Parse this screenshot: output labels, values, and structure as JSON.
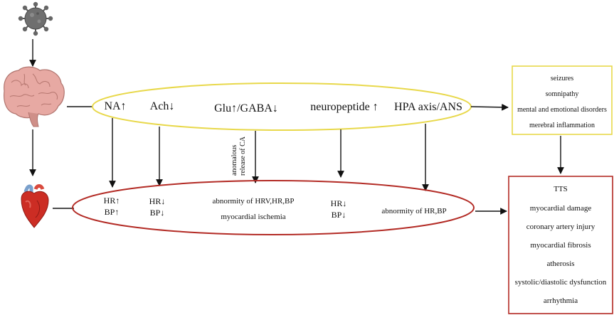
{
  "brain_ellipse": {
    "items": [
      "NA↑",
      "Ach↓",
      "Glu↑/GABA↓",
      "neuropeptide ↑",
      "HPA axis/ANS"
    ],
    "stroke_color": "#e8d84a"
  },
  "heart_ellipse": {
    "col1": [
      "HR↑",
      "BP↑"
    ],
    "col2": [
      "HR↓",
      "BP↓"
    ],
    "col3": [
      "abnormity of HRV,HR,BP",
      "myocardial ischemia"
    ],
    "col4": [
      "HR↓",
      "BP↓"
    ],
    "col5": [
      "abnormity of HR,BP"
    ],
    "stroke_color": "#b32b25"
  },
  "ca_label": [
    "anomalous",
    "release of CA"
  ],
  "brain_outcomes": {
    "items": [
      "seizures",
      "somnipathy",
      "mental and emotional disorders",
      "merebral inflammation"
    ],
    "border_color": "#e8d84a"
  },
  "heart_outcomes": {
    "items": [
      "TTS",
      "myocardial damage",
      "coronary artery injury",
      "myocardial fibrosis",
      "atherosis",
      "systolic/diastolic dysfunction",
      "arrhythmia"
    ],
    "border_color": "#b32b25"
  },
  "icons": {
    "virus": "virus-icon",
    "brain": "brain-icon",
    "heart": "heart-icon"
  }
}
